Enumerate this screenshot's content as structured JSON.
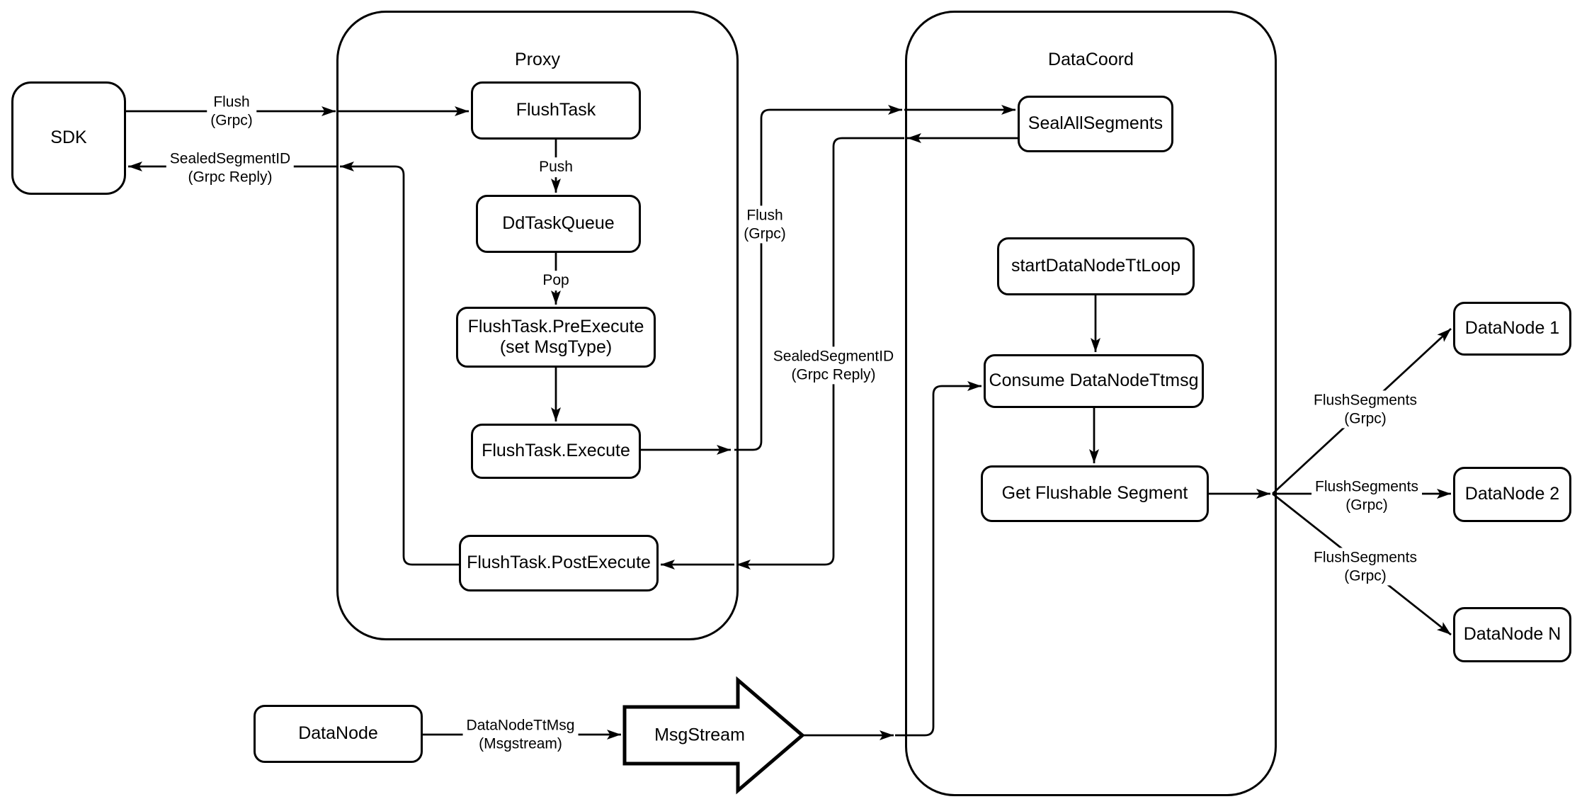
{
  "diagram": {
    "containers": {
      "proxy": {
        "title": "Proxy"
      },
      "data_coord": {
        "title": "DataCoord"
      }
    },
    "nodes": {
      "sdk": {
        "label": "SDK"
      },
      "flush_task": {
        "label": "FlushTask"
      },
      "dd_task_queue": {
        "label": "DdTaskQueue"
      },
      "flush_task_pre_execute": {
        "label": "FlushTask.PreExecute\n(set MsgType)"
      },
      "flush_task_execute": {
        "label": "FlushTask.Execute"
      },
      "flush_task_post_execute": {
        "label": "FlushTask.PostExecute"
      },
      "seal_all_segments": {
        "label": "SealAllSegments"
      },
      "start_data_node_tt_loop": {
        "label": "startDataNodeTtLoop"
      },
      "consume_data_node_ttmsg": {
        "label": "Consume DataNodeTtmsg"
      },
      "get_flushable_segment": {
        "label": "Get Flushable Segment"
      },
      "data_node_1": {
        "label": "DataNode 1"
      },
      "data_node_2": {
        "label": "DataNode 2"
      },
      "data_node_n": {
        "label": "DataNode N"
      },
      "data_node": {
        "label": "DataNode"
      },
      "msg_stream": {
        "label": "MsgStream"
      }
    },
    "edge_labels": {
      "flush_grpc_sdk": "Flush\n(Grpc)",
      "sealed_segment_id_sdk": "SealedSegmentID\n(Grpc Reply)",
      "push": "Push",
      "pop": "Pop",
      "flush_grpc_mid": "Flush\n(Grpc)",
      "sealed_segment_id_mid": "SealedSegmentID\n(Grpc Reply)",
      "flush_segments_1": "FlushSegments\n(Grpc)",
      "flush_segments_2": "FlushSegments\n(Grpc)",
      "flush_segments_3": "FlushSegments\n(Grpc)",
      "data_node_tt_msg": "DataNodeTtMsg\n(Msgstream)"
    }
  }
}
